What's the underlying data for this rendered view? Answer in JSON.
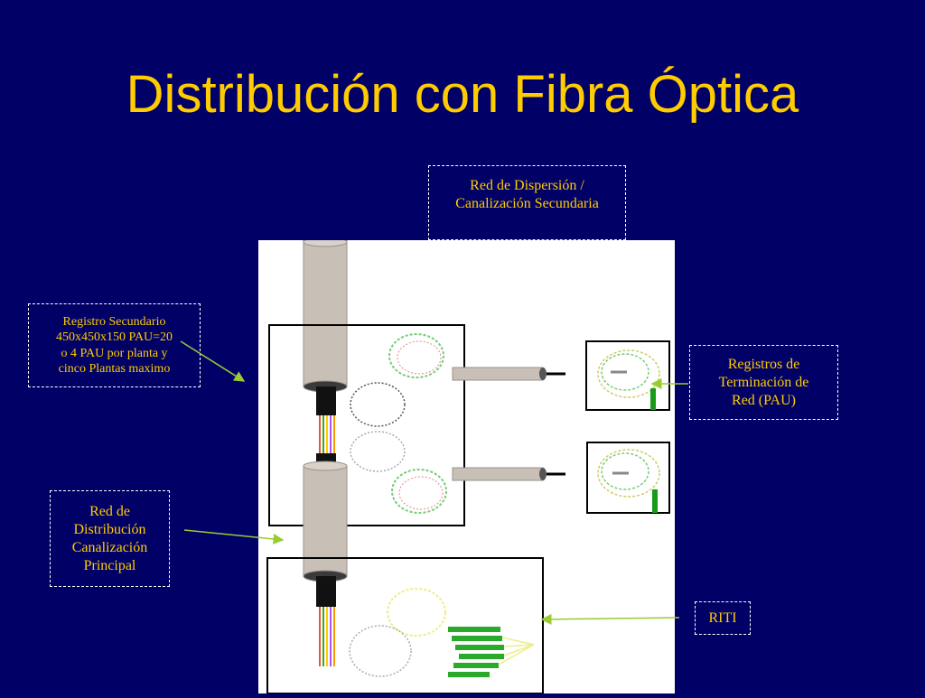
{
  "title": "Distribución con Fibra Óptica",
  "labels": {
    "dispersion": [
      "Red de Dispersión /",
      "Canalización Secundaria"
    ],
    "registro_secundario": [
      "Registro Secundario",
      "450x450x150 PAU=20",
      "o 4  PAU por planta  y",
      "cinco Plantas maximo"
    ],
    "pau": [
      "Registros de",
      "Terminación de",
      "Red (PAU)"
    ],
    "red_distribucion": [
      "Red de",
      "Distribución",
      "Canalización",
      "Principal"
    ],
    "riti": [
      "RITI"
    ]
  },
  "colors": {
    "background": "#000066",
    "title": "#ffcc00",
    "label_text": "#ffcc00",
    "arrow": "#99cc33"
  }
}
